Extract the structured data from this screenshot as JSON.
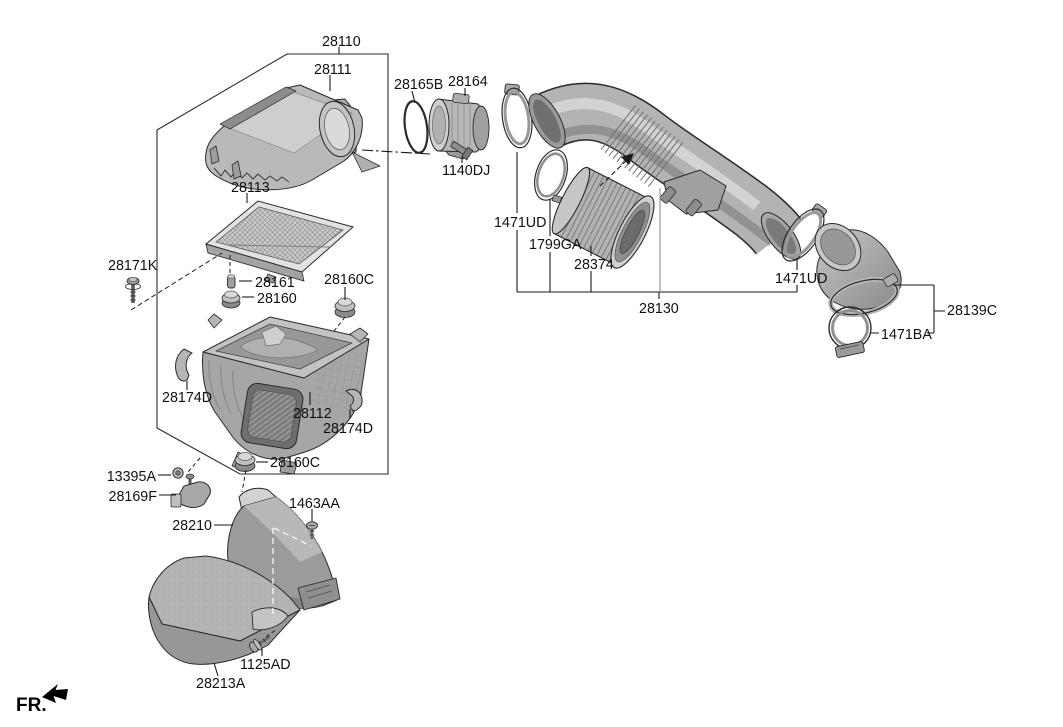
{
  "diagram": {
    "kind": "exploded-parts-diagram",
    "assembly": "air cleaner and intake duct",
    "background_color": "#ffffff",
    "line_color": "#1a1a1a",
    "front_marker": "FR.",
    "labels": [
      {
        "text": "28110"
      },
      {
        "text": "28111"
      },
      {
        "text": "28113"
      },
      {
        "text": "28165B"
      },
      {
        "text": "28164"
      },
      {
        "text": "1140DJ"
      },
      {
        "text": "1471UD"
      },
      {
        "text": "1799GA"
      },
      {
        "text": "28374"
      },
      {
        "text": "28130"
      },
      {
        "text": "1471UD"
      },
      {
        "text": "28139C"
      },
      {
        "text": "1471BA"
      },
      {
        "text": "28171K"
      },
      {
        "text": "28161"
      },
      {
        "text": "28160"
      },
      {
        "text": "28160C"
      },
      {
        "text": "28174D"
      },
      {
        "text": "28112"
      },
      {
        "text": "28174D"
      },
      {
        "text": "28160C"
      },
      {
        "text": "13395A"
      },
      {
        "text": "28169F"
      },
      {
        "text": "28210"
      },
      {
        "text": "1463AA"
      },
      {
        "text": "1125AD"
      },
      {
        "text": "28213A"
      }
    ]
  }
}
